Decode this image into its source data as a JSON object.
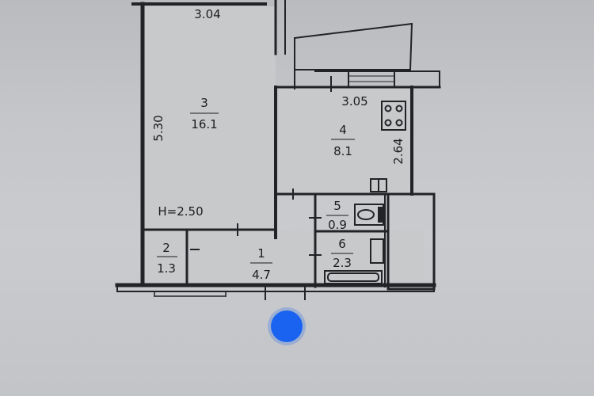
{
  "rooms": [
    {
      "number": "3",
      "area": "16.1"
    },
    {
      "number": "4",
      "area": "8.1"
    },
    {
      "number": "2",
      "area": "1.3"
    },
    {
      "number": "1",
      "area": "4.7"
    },
    {
      "number": "5",
      "area": "0.9"
    },
    {
      "number": "6",
      "area": "2.3"
    }
  ],
  "dimensions": {
    "top_width": "3.04",
    "left_height": "5.30",
    "kitchen_width": "3.05",
    "kitchen_height": "2.64",
    "ceiling": "H=2.50"
  },
  "marker": {
    "color": "#1a63f0"
  },
  "colors": {
    "wall": "#222326",
    "paper": "#c3c5c8"
  }
}
